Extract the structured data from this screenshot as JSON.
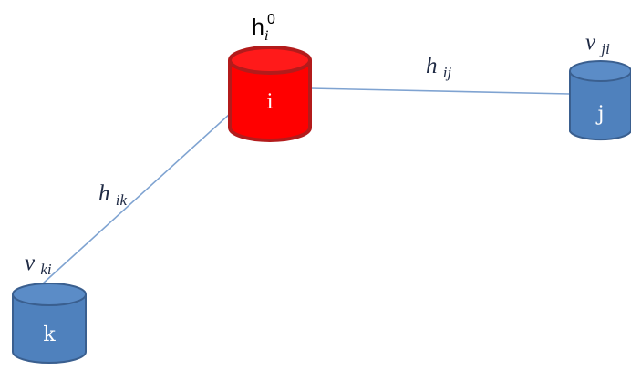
{
  "nodes": {
    "i": {
      "label": "i",
      "fill": "#ff0000",
      "stroke": "#b31b1b",
      "top_fill": "#ff1a1a"
    },
    "j": {
      "label": "j",
      "fill": "#4f81bd",
      "stroke": "#3a5f8f",
      "top_fill": "#5b8cc7"
    },
    "k": {
      "label": "k",
      "fill": "#4f81bd",
      "stroke": "#3a5f8f",
      "top_fill": "#5b8cc7"
    }
  },
  "labels": {
    "h_i0": {
      "base": "h",
      "sub": "i",
      "sup": "0"
    },
    "v_ji": {
      "base": "v",
      "sub": "ji"
    },
    "v_ki": {
      "base": "v",
      "sub": "ki"
    }
  },
  "edges": {
    "i_j": {
      "label_base": "h",
      "label_sub": "ij"
    },
    "i_k": {
      "label_base": "h",
      "label_sub": "ik"
    }
  },
  "colors": {
    "edge_line": "#7fa3d1",
    "label_text": "#1f2a44"
  }
}
